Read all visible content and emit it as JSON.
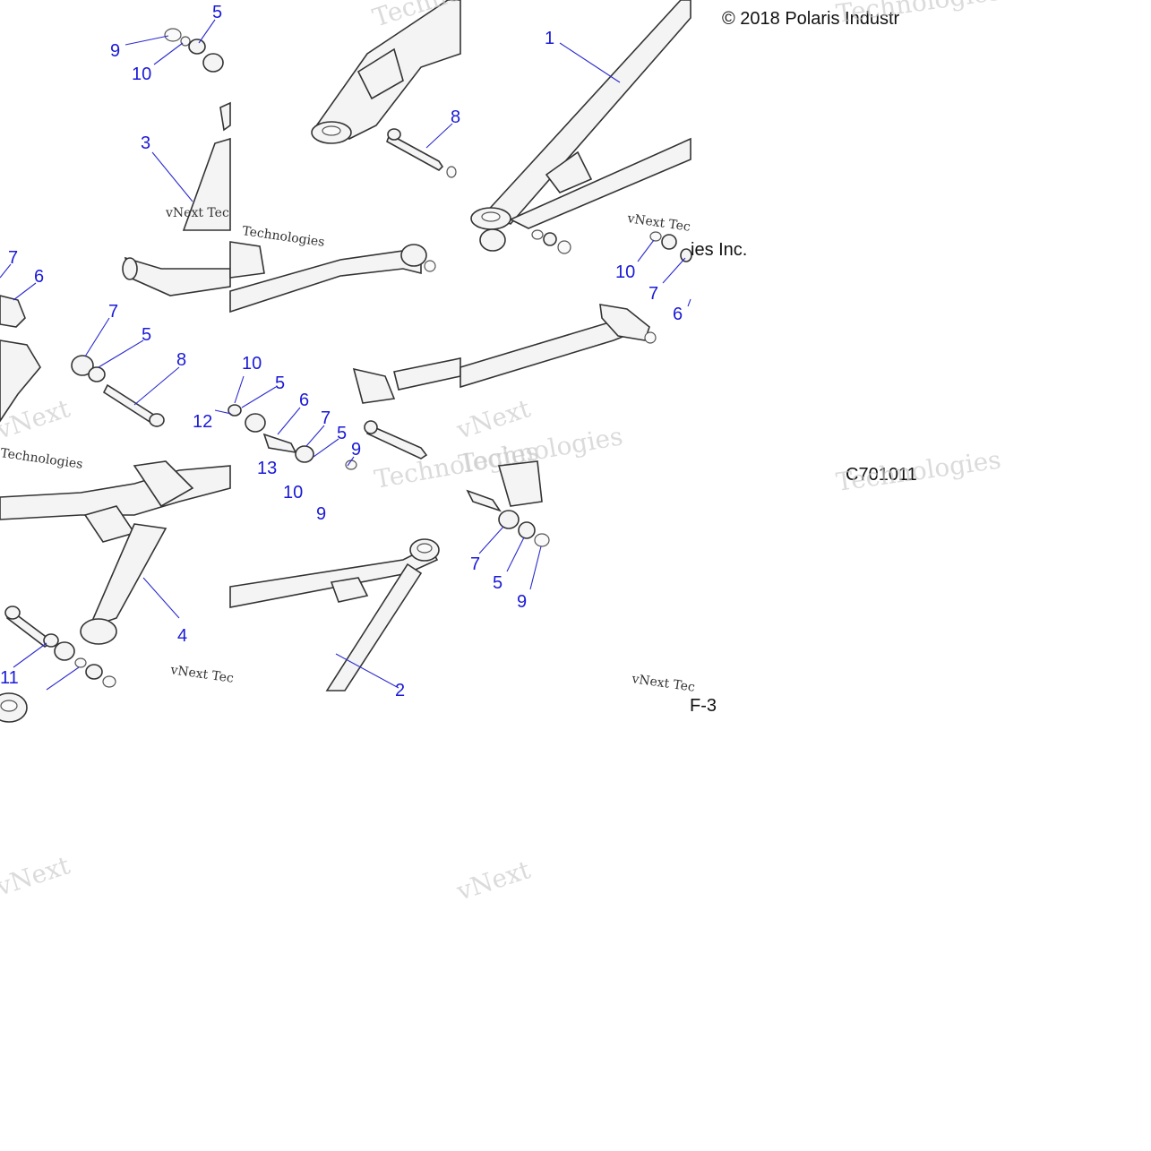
{
  "copyright": "© 2018 Polaris Industr",
  "copyright_fragment": "ies Inc.",
  "diagram_code": "C701011",
  "page_mark": "F-3",
  "watermark": {
    "brand_a": "vNext",
    "brand_b": "Technologies",
    "brand_line": "vNext Tec",
    "brand_line_b": "Technologies"
  },
  "callouts": [
    {
      "id": "c-5-a",
      "label": "5"
    },
    {
      "id": "c-9-a",
      "label": "9"
    },
    {
      "id": "c-10-a",
      "label": "10"
    },
    {
      "id": "c-3",
      "label": "3"
    },
    {
      "id": "c-8-a",
      "label": "8"
    },
    {
      "id": "c-1",
      "label": "1"
    },
    {
      "id": "c-10-b",
      "label": "10"
    },
    {
      "id": "c-7-a",
      "label": "7"
    },
    {
      "id": "c-6-a",
      "label": "6"
    },
    {
      "id": "c-7-b",
      "label": "7"
    },
    {
      "id": "c-6-b",
      "label": "6"
    },
    {
      "id": "c-7-c",
      "label": "7"
    },
    {
      "id": "c-5-b",
      "label": "5"
    },
    {
      "id": "c-8-b",
      "label": "8"
    },
    {
      "id": "c-10-c",
      "label": "10"
    },
    {
      "id": "c-5-c",
      "label": "5"
    },
    {
      "id": "c-12",
      "label": "12"
    },
    {
      "id": "c-6-c",
      "label": "6"
    },
    {
      "id": "c-7-d",
      "label": "7"
    },
    {
      "id": "c-5-d",
      "label": "5"
    },
    {
      "id": "c-9-b",
      "label": "9"
    },
    {
      "id": "c-13",
      "label": "13"
    },
    {
      "id": "c-10-d",
      "label": "10"
    },
    {
      "id": "c-9-c",
      "label": "9"
    },
    {
      "id": "c-4",
      "label": "4"
    },
    {
      "id": "c-11",
      "label": "11"
    },
    {
      "id": "c-2",
      "label": "2"
    },
    {
      "id": "c-7-e",
      "label": "7"
    },
    {
      "id": "c-5-e",
      "label": "5"
    },
    {
      "id": "c-9-d",
      "label": "9"
    }
  ]
}
